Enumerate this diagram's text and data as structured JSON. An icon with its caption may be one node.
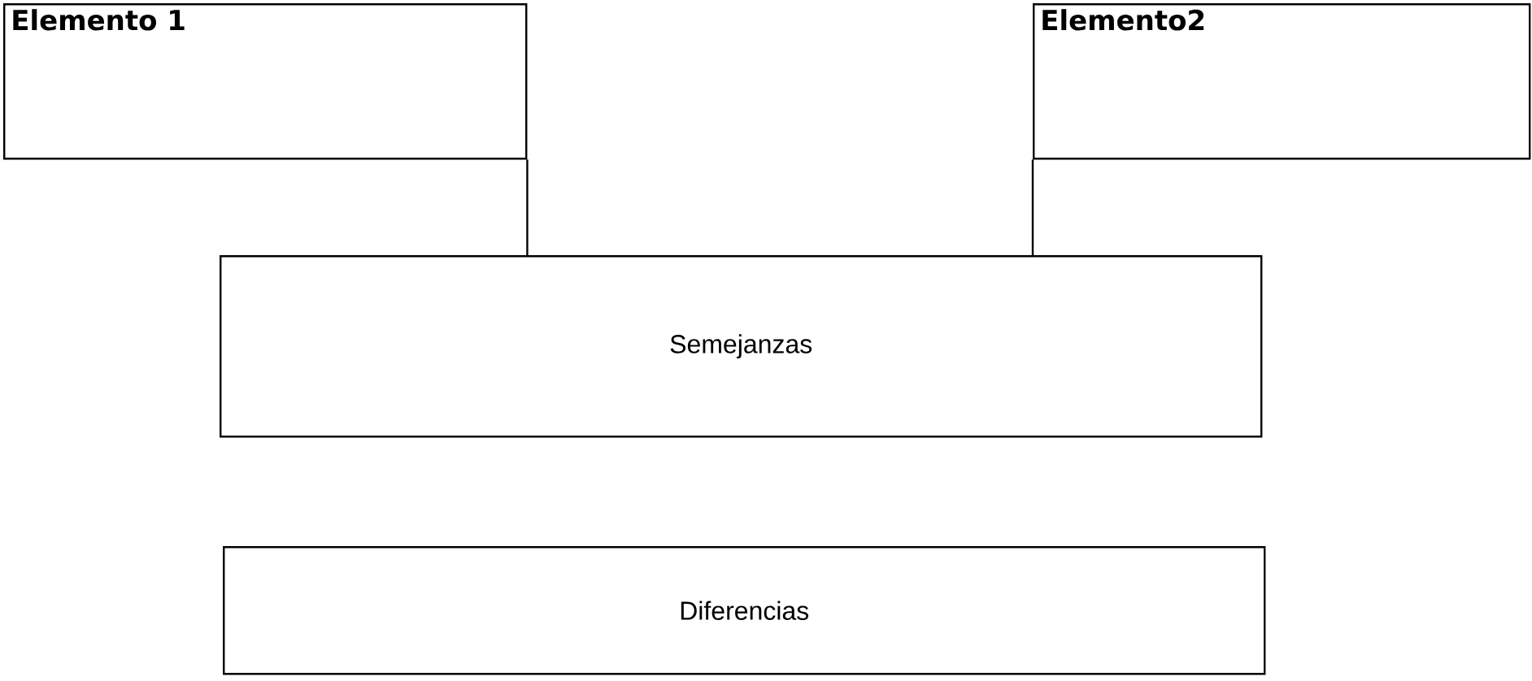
{
  "diagram": {
    "nodes": [
      {
        "text": [
          "Elemento 1"
        ]
      },
      {
        "text": [
          "Elemento2"
        ]
      },
      {
        "text": [
          "Semejanzas"
        ]
      },
      {
        "text": [
          "Diferencias"
        ]
      }
    ],
    "edges": [
      {
        "from": 0,
        "to": 2,
        "arrow": "none"
      },
      {
        "from": 1,
        "to": 2,
        "arrow": "none"
      }
    ]
  }
}
